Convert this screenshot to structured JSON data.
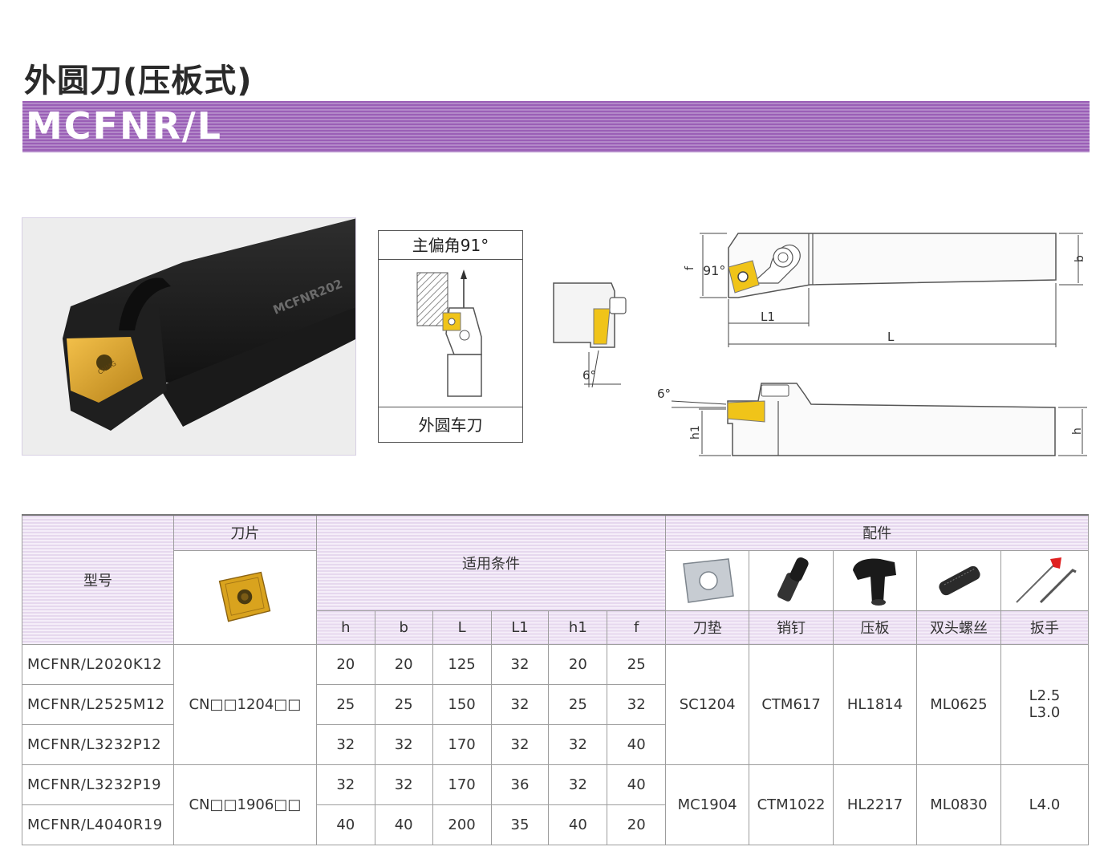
{
  "header": {
    "title_cn": "外圆刀(压板式)",
    "model_series": "MCFNR/L"
  },
  "photo": {
    "engraving": "MCFNR202",
    "insert_mark": "CNMG"
  },
  "angle_box": {
    "heading": "主偏角91°",
    "footer": "外圆车刀"
  },
  "side_view": {
    "angle": "6°"
  },
  "top_view": {
    "angle": "91°",
    "f": "f",
    "b": "b",
    "L1": "L1",
    "L": "L"
  },
  "front_view": {
    "angle": "6°",
    "h1": "h1",
    "h": "h"
  },
  "table": {
    "col_model": "型号",
    "col_insert": "刀片",
    "col_conditions": "适用条件",
    "col_accessories": "配件",
    "dims": [
      "h",
      "b",
      "L",
      "L1",
      "h1",
      "f"
    ],
    "accessories": [
      "刀垫",
      "销钉",
      "压板",
      "双头螺丝",
      "扳手"
    ],
    "rows": [
      {
        "model": "MCFNR/L2020K12",
        "h": "20",
        "b": "20",
        "L": "125",
        "L1": "32",
        "h1": "20",
        "f": "25"
      },
      {
        "model": "MCFNR/L2525M12",
        "h": "25",
        "b": "25",
        "L": "150",
        "L1": "32",
        "h1": "25",
        "f": "32"
      },
      {
        "model": "MCFNR/L3232P12",
        "h": "32",
        "b": "32",
        "L": "170",
        "L1": "32",
        "h1": "32",
        "f": "40"
      },
      {
        "model": "MCFNR/L3232P19",
        "h": "32",
        "b": "32",
        "L": "170",
        "L1": "36",
        "h1": "32",
        "f": "40"
      },
      {
        "model": "MCFNR/L4040R19",
        "h": "40",
        "b": "40",
        "L": "200",
        "L1": "35",
        "h1": "40",
        "f": "20"
      }
    ],
    "group1": {
      "insert": "CN□□1204□□",
      "shim": "SC1204",
      "pin": "CTM617",
      "clamp": "HL1814",
      "screw": "ML0625",
      "wrench_a": "L2.5",
      "wrench_b": "L3.0"
    },
    "group2": {
      "insert": "CN□□1906□□",
      "shim": "MC1904",
      "pin": "CTM1022",
      "clamp": "HL2217",
      "screw": "ML0830",
      "wrench": "L4.0"
    }
  },
  "colors": {
    "band_purple": "#9a5fb6",
    "insert_gold": "#d9a31e",
    "header_lilac": "#e6d8ee"
  }
}
